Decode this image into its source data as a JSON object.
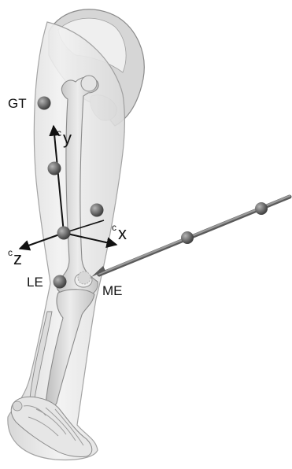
{
  "labels": {
    "gt": "GT",
    "le": "LE",
    "me": "ME",
    "axis_y_sup": "c",
    "axis_y": "y",
    "axis_x_sup": "c",
    "axis_x": "x",
    "axis_z_sup": "c",
    "axis_z": "z"
  },
  "colors": {
    "background": "#ffffff",
    "skin_fill": "#e9e9e9",
    "skin_stroke": "#9a9a9a",
    "bone_fill": "#d9d9d9",
    "bone_stroke": "#8a8a8a",
    "marker": "#6e6e6e",
    "axis": "#111111",
    "pointer_rod": "#808080"
  }
}
